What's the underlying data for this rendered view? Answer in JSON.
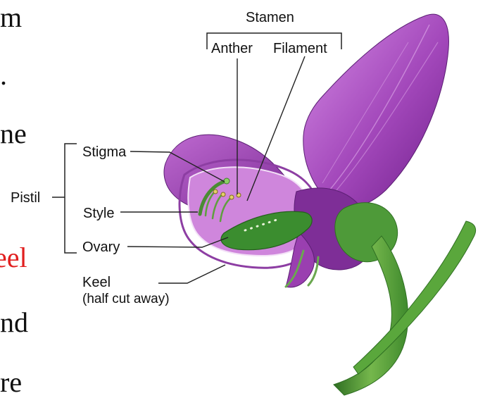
{
  "left_text_fragments": [
    {
      "text": "m",
      "color": "#111111"
    },
    {
      "text": ".",
      "color": "#111111"
    },
    {
      "text": "ne",
      "color": "#111111"
    },
    {
      "text": "eel",
      "color": "#e11f1f"
    },
    {
      "text": "nd",
      "color": "#111111"
    },
    {
      "text": "re",
      "color": "#111111"
    }
  ],
  "labels": {
    "stamen": "Stamen",
    "anther": "Anther",
    "filament": "Filament",
    "stigma": "Stigma",
    "pistil": "Pistil",
    "style": "Style",
    "ovary": "Ovary",
    "keel_line1": "Keel",
    "keel_line2": "(half cut away)"
  },
  "colors": {
    "petal_purple": "#9a3fb0",
    "petal_light": "#c66bd6",
    "petal_dark": "#6f1f8a",
    "stem_green": "#4f9b35",
    "stem_dark": "#2f6f23",
    "ovary_green": "#3b8d2f",
    "leader_line": "#222222",
    "red_text": "#e11f1f"
  }
}
